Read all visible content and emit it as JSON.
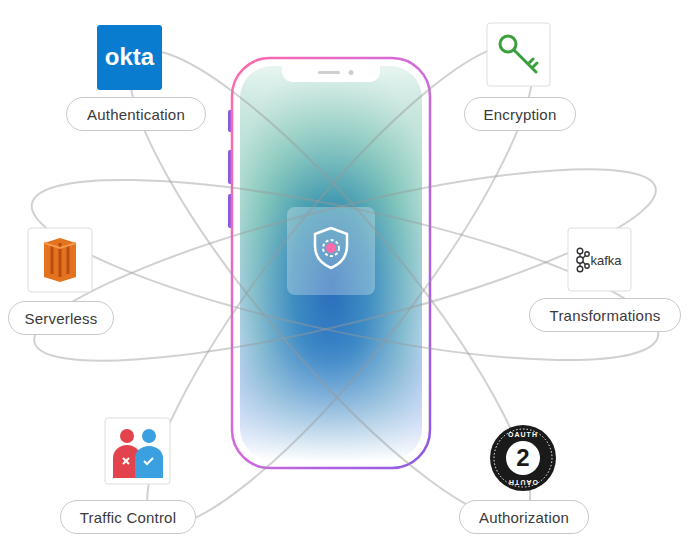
{
  "diagram": {
    "nodes": [
      {
        "text": [
          "Authentication"
        ]
      },
      {
        "text": [
          "Encryption"
        ]
      },
      {
        "text": [
          "Serverless"
        ]
      },
      {
        "text": [
          "Transformations"
        ]
      },
      {
        "text": [
          "Traffic Control"
        ]
      },
      {
        "text": [
          "Authorization"
        ]
      }
    ],
    "labels": [
      "okta",
      "kafka",
      "OAUTH",
      "2",
      "OAUTH"
    ]
  }
}
